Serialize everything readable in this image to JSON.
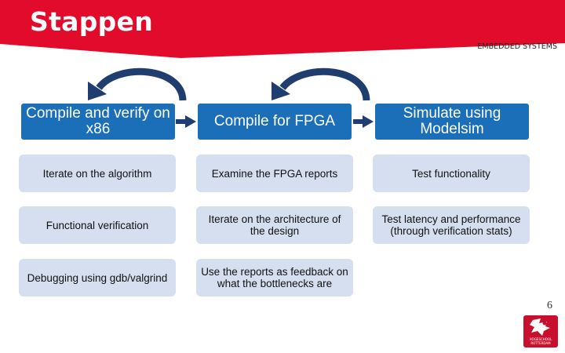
{
  "slide": {
    "title": "Stappen",
    "subtitle": "EMBEDDED SYSTEMS",
    "page_number": "6"
  },
  "columns": [
    {
      "header": "Compile and verify on x86",
      "items": [
        "Iterate on the algorithm",
        "Functional verification",
        "Debugging using gdb/valgrind"
      ]
    },
    {
      "header": "Compile for FPGA",
      "items": [
        "Examine the FPGA reports",
        "Iterate on the architecture of the design",
        "Use the reports as feedback on what the bottlenecks are"
      ]
    },
    {
      "header": "Simulate using Modelsim",
      "items": [
        "Test functionality",
        "Test latency and performance (through verification stats)"
      ]
    }
  ],
  "logo": {
    "line1": "HOGESCHOOL",
    "line2": "ROTTERDAM"
  },
  "colors": {
    "brand_red": "#e30b2b",
    "header_blue": "#1b6fb8",
    "cell_fill": "#d6dff0",
    "arrow_navy": "#1f3d6e"
  }
}
